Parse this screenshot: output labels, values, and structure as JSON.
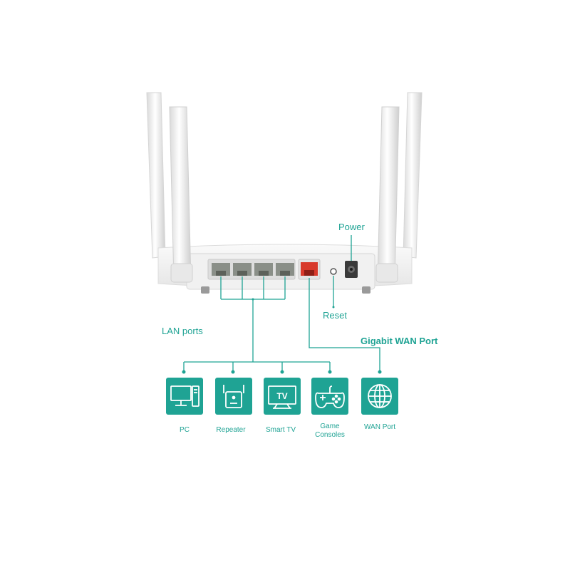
{
  "labels": {
    "power": "Power",
    "reset": "Reset",
    "lan_ports": "LAN ports",
    "wan_port": "Gigabit WAN Port"
  },
  "devices": [
    {
      "label": "PC",
      "icon": "pc-icon"
    },
    {
      "label": "Repeater",
      "icon": "repeater-icon"
    },
    {
      "label": "Smart TV",
      "icon": "smart-tv-icon",
      "screen_text": "TV"
    },
    {
      "label": "Game\nConsoles",
      "icon": "game-controller-icon"
    },
    {
      "label": "WAN Port",
      "icon": "globe-icon"
    }
  ],
  "colors": {
    "accent": "#1fa394",
    "router_body": "#f3f3f3",
    "wan_port": "#d8392b",
    "lan_port": "#8a8f88"
  }
}
